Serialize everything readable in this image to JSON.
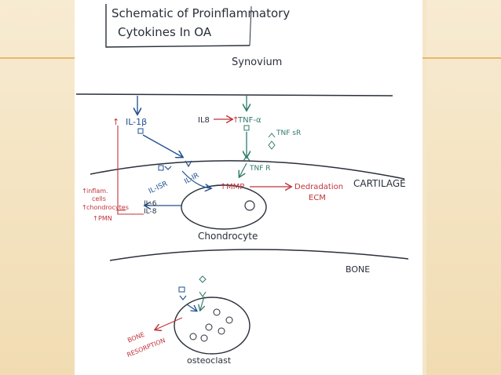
{
  "colors": {
    "background": "#f4e6c8",
    "accent_line": "#e7b86e",
    "ink_dark": "#2a2f3a",
    "ink_blue": "#1f4f8f",
    "ink_green": "#2e7a6b",
    "ink_red": "#c0333a"
  },
  "title": {
    "line1": "Schematic of Proinflammatory",
    "line2": "Cytokines In OA"
  },
  "regions": {
    "synovium": "Synovium",
    "cartilage": "CARTILAGE",
    "bone": "BONE"
  },
  "labels": {
    "il1b": "IL-1β",
    "il8": "IL8",
    "tnfa": "TNF-α",
    "tnfsr": "TNF sR",
    "tnfr": "TNF R",
    "il1r": "IL-IR",
    "il1sr": "IL-ISR",
    "mmp": "MMP",
    "degradation": "Dedradation",
    "ecm": "ECM",
    "il6": "IL-6",
    "il8b": "IL-8",
    "inflam_cells_1": "inflam.",
    "inflam_cells_2": "cells",
    "chondrocytes": "chondrocytes",
    "pmn": "PMN",
    "chondrocyte": "Chondrocyte",
    "bone_resorption_1": "BONE",
    "bone_resorption_2": "RESORPTION",
    "osteoclast": "osteoclast"
  }
}
